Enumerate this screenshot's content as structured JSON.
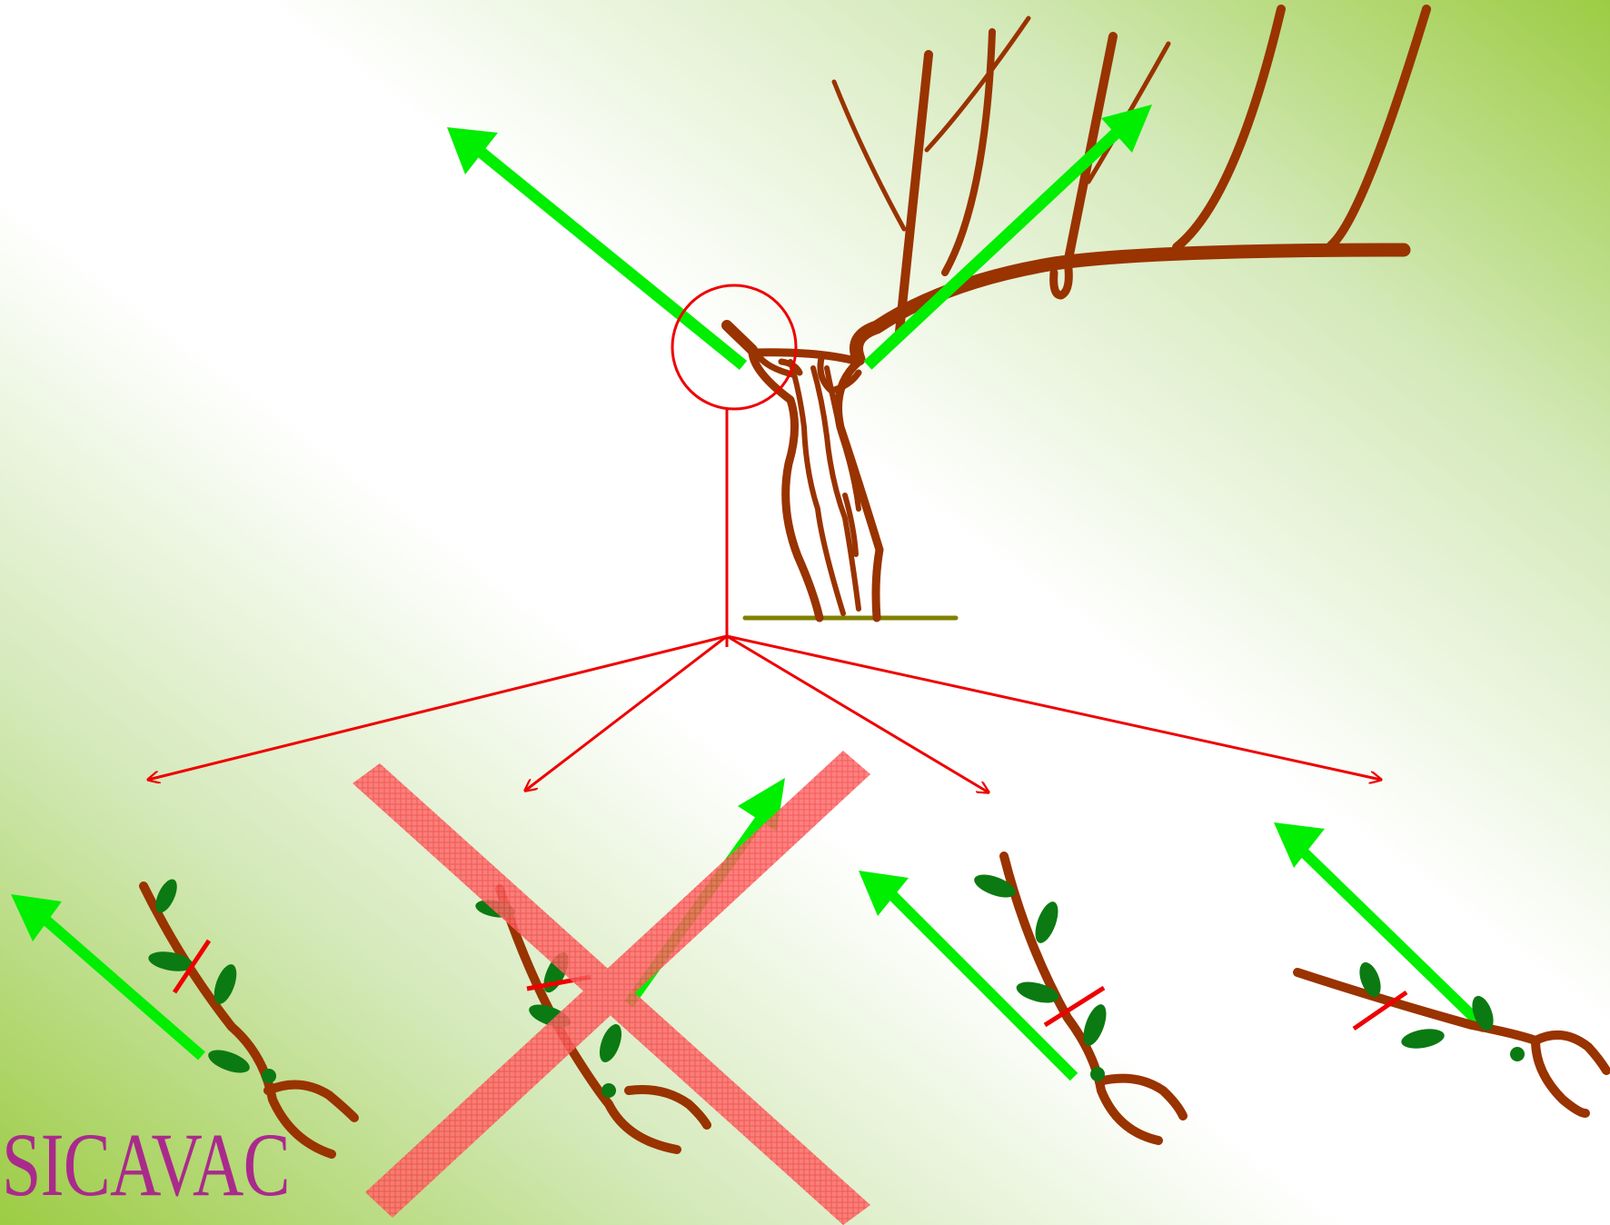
{
  "logo": {
    "text": "SICAVAC",
    "color": "#aa2a8c"
  },
  "colors": {
    "wood": "#993300",
    "arrow": "#00ee00",
    "marker": "#ee0000",
    "leaf": "#0b7a12",
    "ground": "#808000",
    "bg_light": "#ffffff",
    "bg_green": "#9ccc44"
  },
  "panels": [
    {
      "id": "pruning-option-1",
      "crossed_out": false
    },
    {
      "id": "pruning-option-2",
      "crossed_out": true
    },
    {
      "id": "pruning-option-3",
      "crossed_out": false
    },
    {
      "id": "pruning-option-4",
      "crossed_out": false
    }
  ]
}
